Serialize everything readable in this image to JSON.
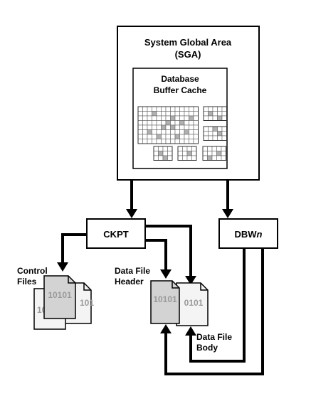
{
  "sga": {
    "title_line1": "System Global Area",
    "title_line2": "(SGA)"
  },
  "buffer_cache": {
    "title_line1": "Database",
    "title_line2": "Buffer Cache"
  },
  "processes": {
    "ckpt": "CKPT",
    "dbwn_prefix": "DBW",
    "dbwn_suffix": "n"
  },
  "files": {
    "control_line1": "Control",
    "control_line2": "Files",
    "header_line1": "Data File",
    "header_line2": "Header",
    "body_line1": "Data File",
    "body_line2": "Body",
    "binary_text": "10101",
    "binary_partial": "0101",
    "binary_partial_short": "101",
    "binary_partial_back": "10"
  },
  "colors": {
    "stroke": "#000000",
    "doc_front": "#d3d3d3",
    "doc_back": "#f4f4f4",
    "doc_text": "#9a9a9a",
    "cell_fill": "#ffffff",
    "cell_dirty": "#b0b0b0",
    "cell_line": "#666666"
  }
}
